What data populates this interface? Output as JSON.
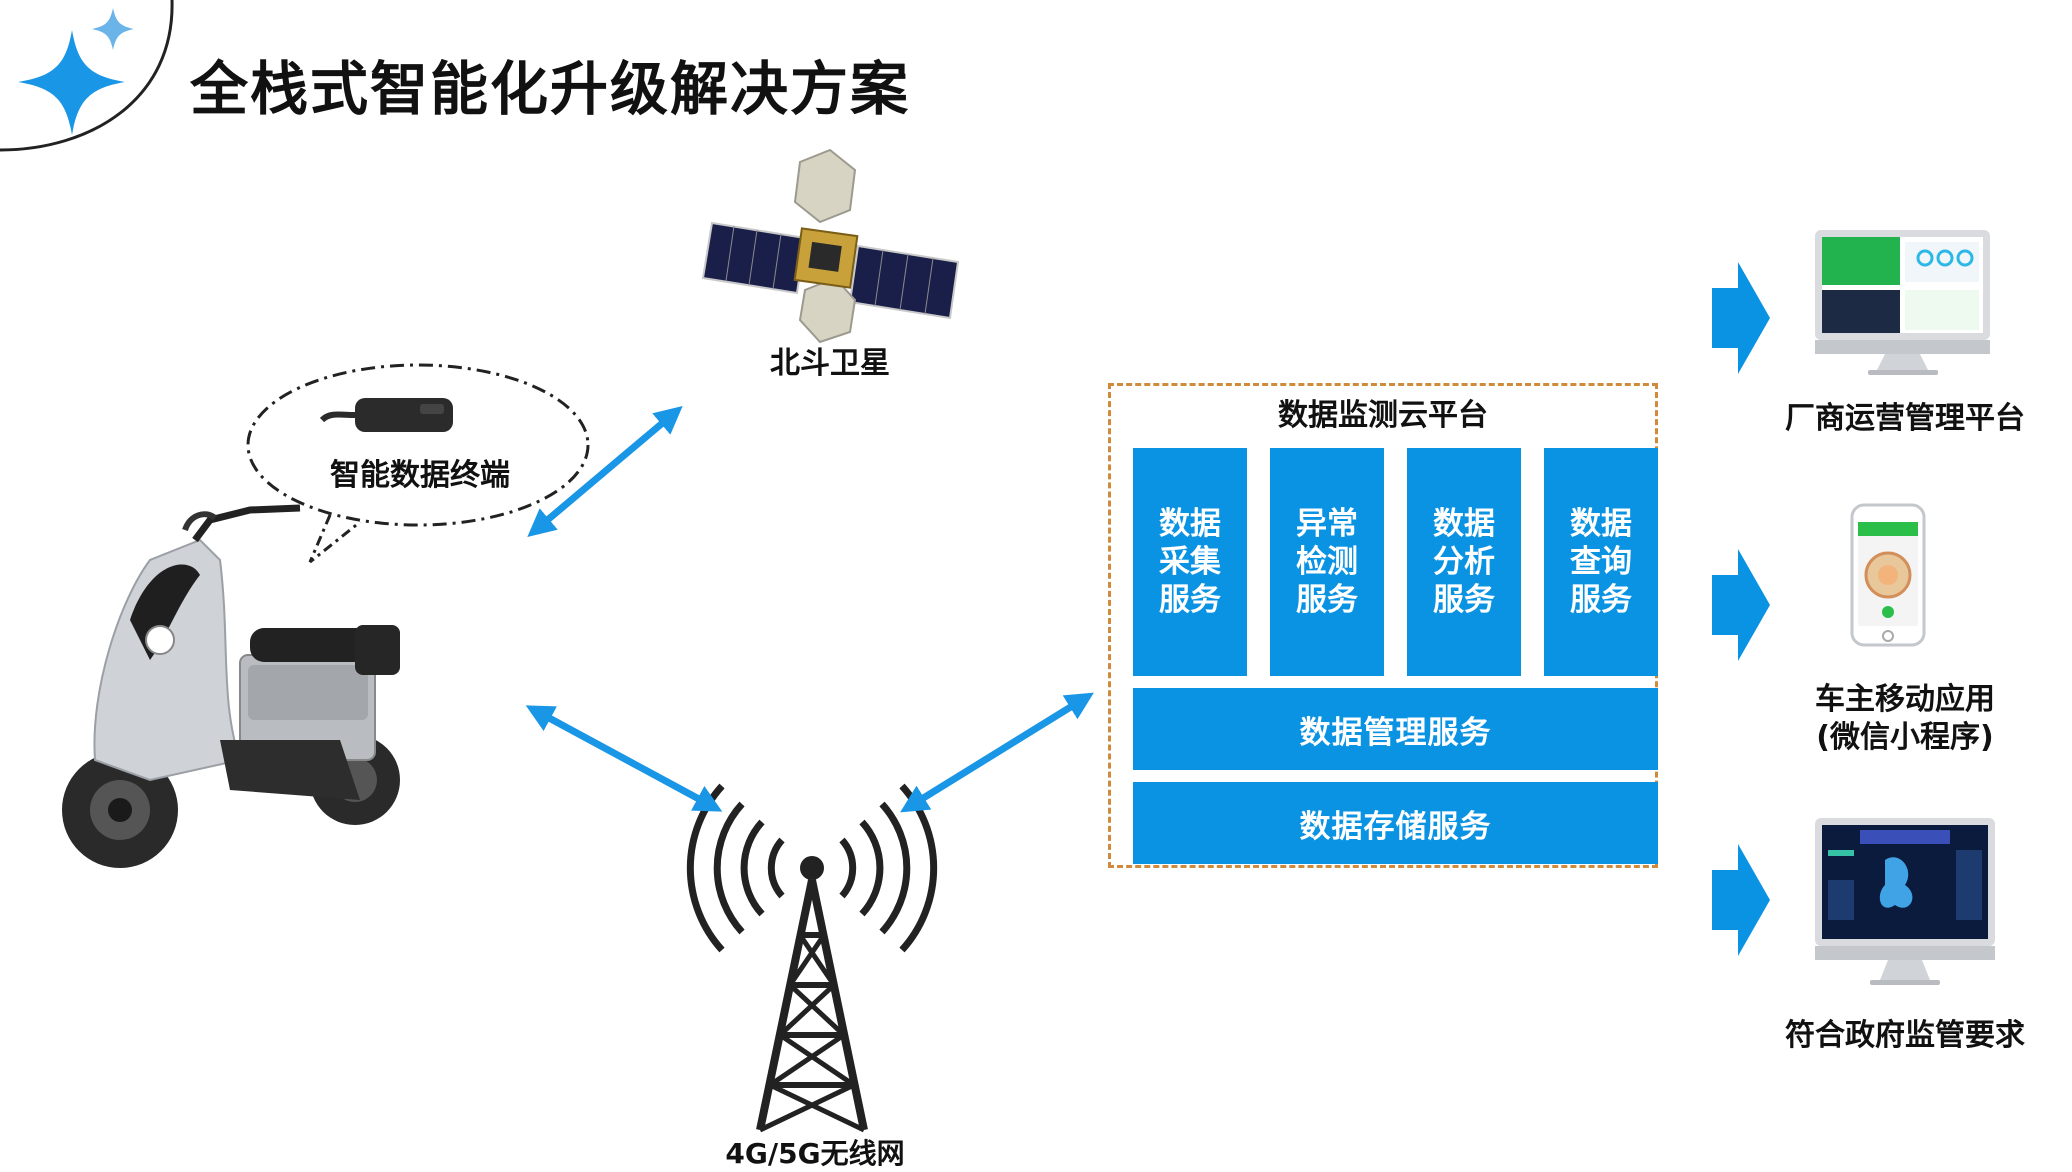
{
  "title": "全栈式智能化升级解决方案",
  "satellite": {
    "label": "北斗卫星"
  },
  "terminal": {
    "label": "智能数据终端"
  },
  "tower": {
    "label": "4G/5G无线网"
  },
  "cloud": {
    "title": "数据监测云平台",
    "services": [
      {
        "lines": [
          "数据",
          "采集",
          "服务"
        ]
      },
      {
        "lines": [
          "异常",
          "检测",
          "服务"
        ]
      },
      {
        "lines": [
          "数据",
          "分析",
          "服务"
        ]
      },
      {
        "lines": [
          "数据",
          "查询",
          "服务"
        ]
      }
    ],
    "management": "数据管理服务",
    "storage": "数据存储服务"
  },
  "outputs": {
    "vendor": "厂商运营管理平台",
    "mobile_line1": "车主移动应用",
    "mobile_line2": "(微信小程序)",
    "government": "符合政府监管要求"
  },
  "colors": {
    "accent": "#0b93e3",
    "cloud_border": "#d08a3c",
    "arrow": "#1a96e6"
  }
}
